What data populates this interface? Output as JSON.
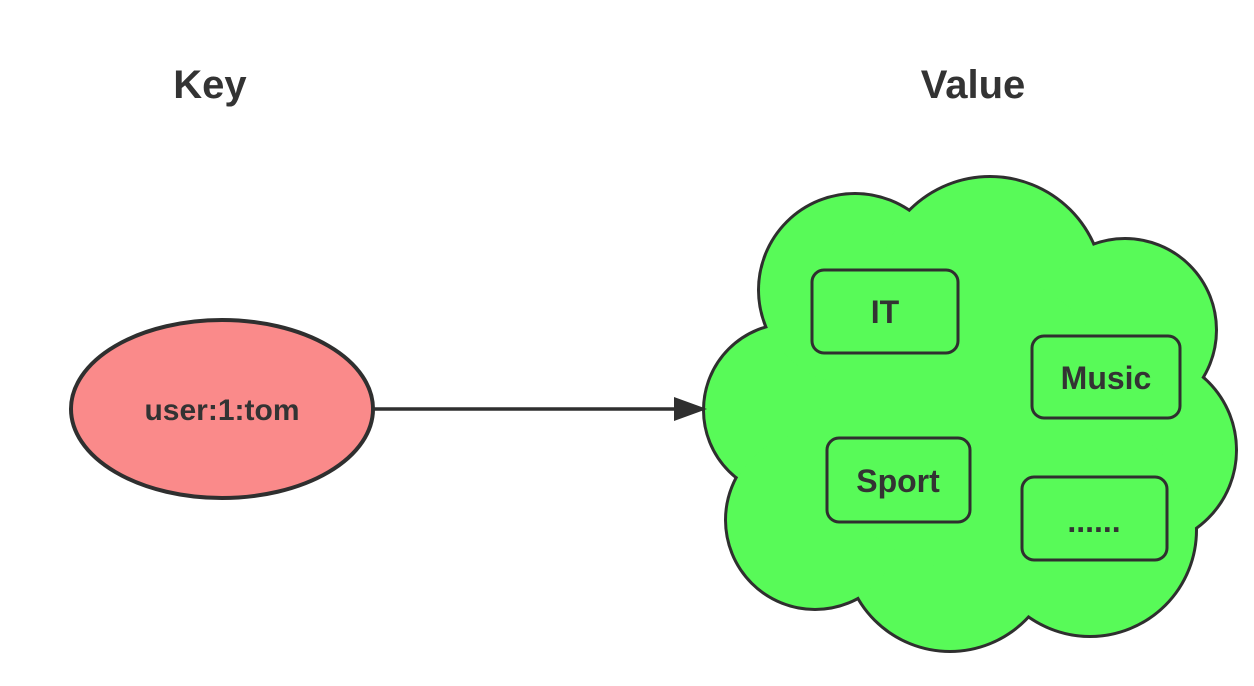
{
  "diagram": {
    "left_heading": "Key",
    "right_heading": "Value",
    "key_node": {
      "label": "user:1:tom"
    },
    "value_cloud": {
      "items": [
        {
          "label": "IT"
        },
        {
          "label": "Music"
        },
        {
          "label": "Sport"
        },
        {
          "label": "......"
        }
      ]
    },
    "colors": {
      "key_fill": "#fa8a8a",
      "value_fill": "#58fa58",
      "outline": "#2f2f2f",
      "text": "#333333",
      "background": "#ffffff"
    }
  }
}
